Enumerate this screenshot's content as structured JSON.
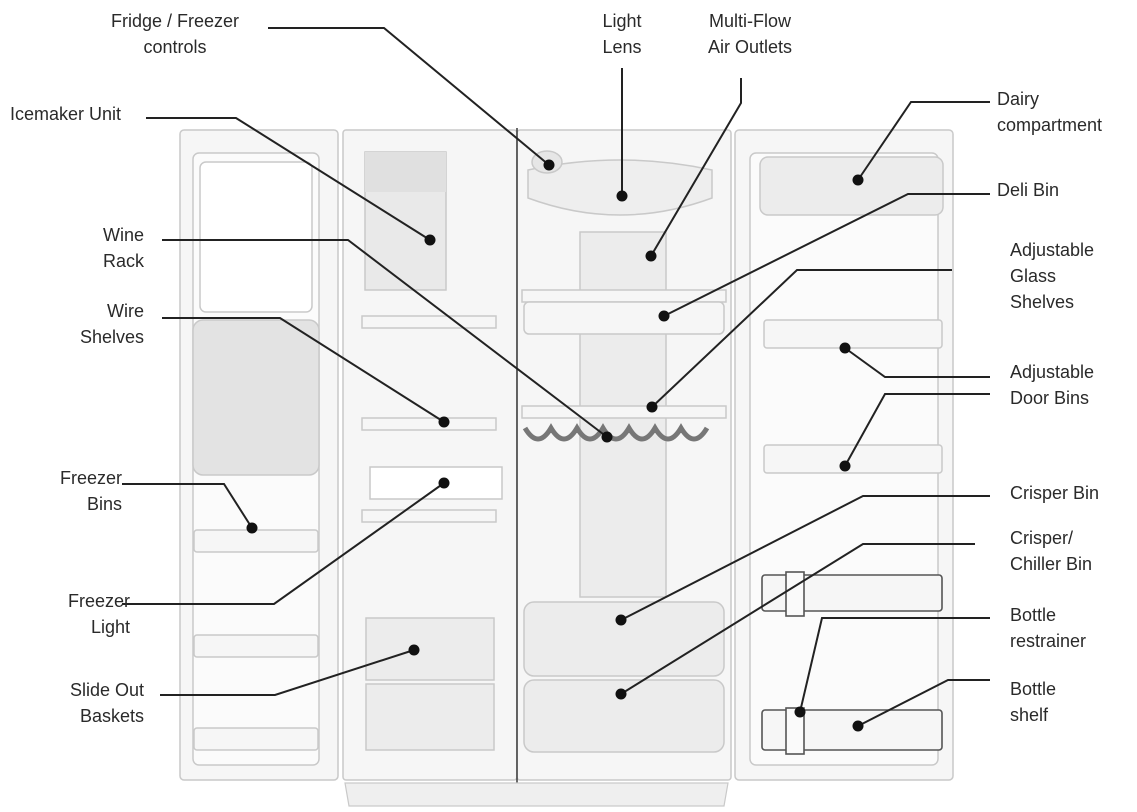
{
  "labels": {
    "fridge_freezer_controls": [
      "Fridge / Freezer",
      "controls"
    ],
    "light_lens": [
      "Light",
      "Lens"
    ],
    "multi_flow_air_outlets": [
      "Multi-Flow",
      "Air Outlets"
    ],
    "icemaker_unit": [
      "Icemaker Unit"
    ],
    "wine_rack": [
      "Wine",
      "Rack"
    ],
    "wire_shelves": [
      "Wire",
      "Shelves"
    ],
    "freezer_bins": [
      "Freezer",
      "Bins"
    ],
    "freezer_light": [
      "Freezer",
      "Light"
    ],
    "slide_out_baskets": [
      "Slide Out",
      "Baskets"
    ],
    "dairy_compartment": [
      "Dairy",
      "compartment"
    ],
    "deli_bin": [
      "Deli Bin"
    ],
    "adjustable_glass_shelves": [
      "Adjustable",
      "Glass",
      "Shelves"
    ],
    "adjustable_door_bins": [
      "Adjustable",
      "Door Bins"
    ],
    "crisper_bin": [
      "Crisper Bin"
    ],
    "crisper_chiller_bin": [
      "Crisper/",
      "Chiller Bin"
    ],
    "bottle_restrainer": [
      "Bottle",
      "restrainer"
    ],
    "bottle_shelf": [
      "Bottle",
      "shelf"
    ]
  },
  "colors": {
    "line": "#222222",
    "outline": "#c8c8c8",
    "panel_fill": "#f4f4f4",
    "text": "#2a2a2a"
  }
}
